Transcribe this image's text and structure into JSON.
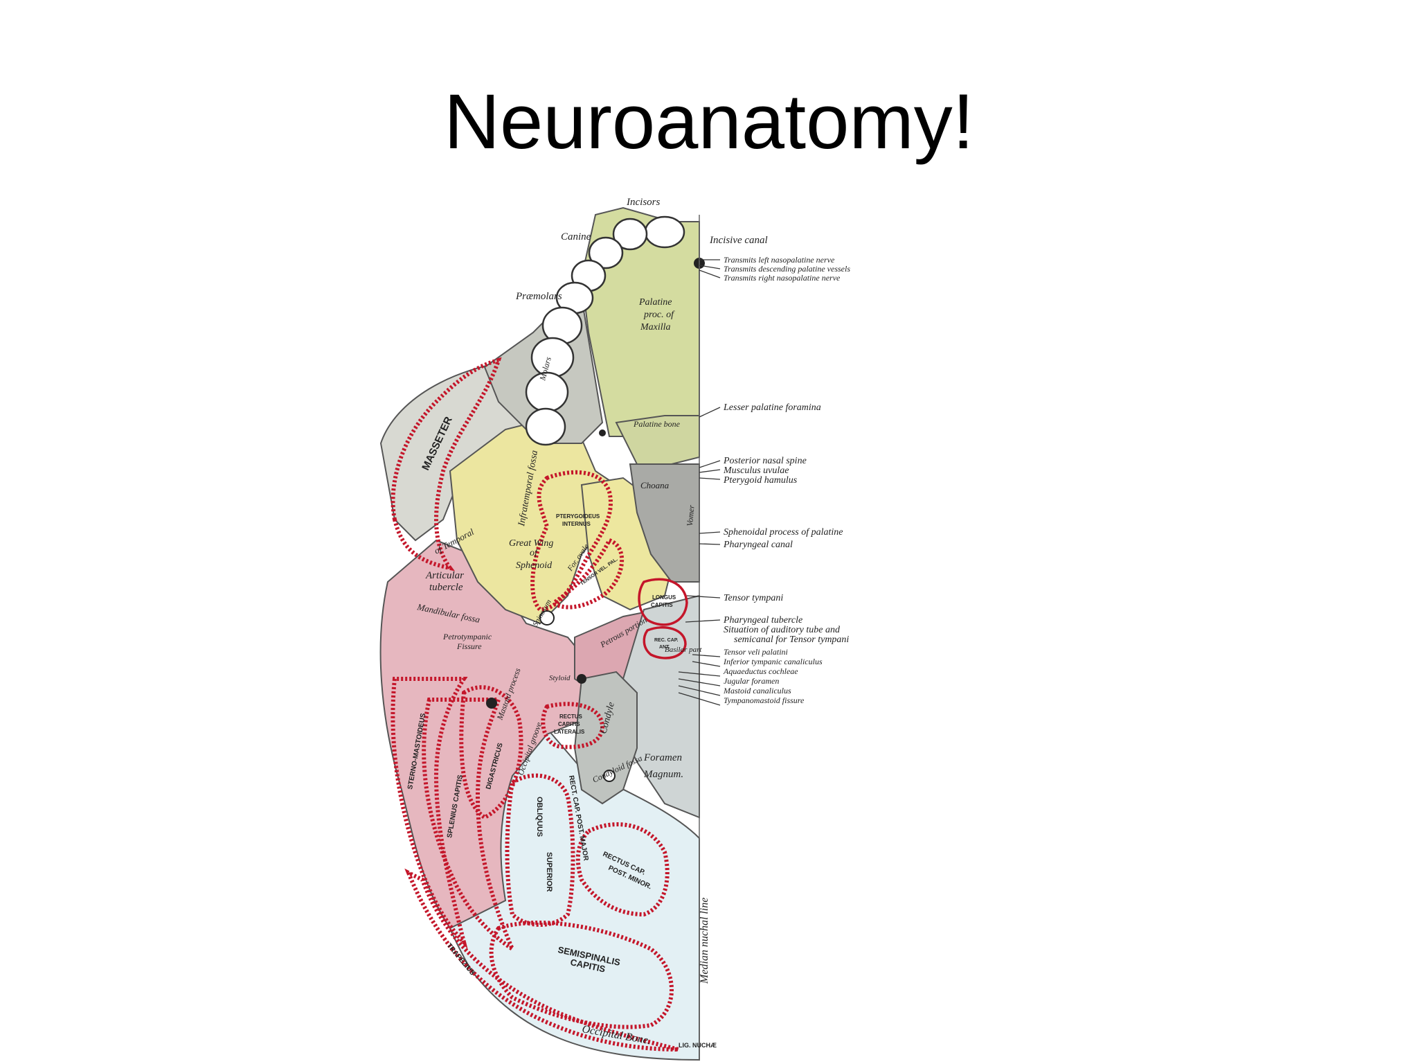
{
  "slide": {
    "title": "Neuroanatomy!"
  },
  "colors": {
    "palatine": "#d4dca0",
    "sphenoid": "#ece6a0",
    "temporal": "#e6b7bf",
    "occipital": "#e3f0f4",
    "muscle_outline": "#c4162a",
    "bone_grey": "#c6c8c0"
  },
  "labels": {
    "incisors": "Incisors",
    "canine": "Canine",
    "incisive_canal": "Incisive canal",
    "praemolars": "Præmolars",
    "left_nasopalatine": "Transmits left nasopalatine nerve",
    "descending_palatine": "Transmits descending palatine vessels",
    "right_nasopalatine": "Transmits right nasopalatine nerve",
    "lesser_palatine_foramina": "Lesser palatine foramina",
    "posterior_nasal_spine": "Posterior nasal spine",
    "musculus_uvulae": "Musculus uvulae",
    "pterygoid_hamulus": "Pterygoid hamulus",
    "sphenoidal_process": "Sphenoidal process of palatine",
    "pharyngeal_canal": "Pharyngeal canal",
    "tensor_tympani": "Tensor tympani",
    "pharyngeal_tubercle": "Pharyngeal tubercle",
    "auditory_tube_1": "Situation of auditory tube and",
    "auditory_tube_2": "semicanal for Tensor tympani",
    "tensor_veli_palatini": "Tensor veli palatini",
    "inferior_tympanic": "Inferior tympanic canaliculus",
    "aquaeductus": "Aquaeductus cochleae",
    "jugular_foramen": "Jugular foramen",
    "mastoid_canaliculus": "Mastoid canaliculus",
    "tympanomastoid": "Tympanomastoid fissure",
    "foramen_magnum_1": "Foramen",
    "foramen_magnum_2": "Magnum.",
    "median_nuchal_line": "Median nuchal line",
    "occipital_bone": "Occipital Bone.",
    "palatine_proc": "Palatine",
    "palatine_proc_2": "proc. of",
    "palatine_proc_3": "Maxilla",
    "palatine_bone": "Palatine bone",
    "molars": "Molars",
    "infratemporal_fossa": "Infratemporal fossa",
    "great_wing": "Great Wing",
    "great_wing_of": "of",
    "great_wing_sphenoid": "Sphenoid",
    "of_temporal": "of Temporal",
    "articular_tubercle_1": "Articular",
    "articular_tubercle_2": "tubercle",
    "mandibular_fossa": "Mandibular fossa",
    "petrotympanic_1": "Petrotympanic",
    "petrotympanic_2": "Fissure",
    "choana": "Choana",
    "vomer": "Vomer",
    "foramen_ovale": "For. ovale",
    "spinosum": "Spinosum",
    "petrous_portion": "Petrous portion",
    "basilar_part": "Basilar part",
    "condylar_fossa": "Condyloid fossa",
    "condyle": "Condyle",
    "mastoid_process": "Mastoid process",
    "occipital_groove": "Occipital groove",
    "styloid": "Styloid",
    "lig_nuchae": "LIG. NUCHÆ"
  },
  "muscles": {
    "masseter": "MASSETER",
    "pterygoideus_internus_1": "PTERYGOIDEUS",
    "pterygoideus_internus_2": "INTERNUS",
    "tensor_vel_pal": "TENSOR VEL. PAL.",
    "longus_capitis_1": "LONGUS",
    "longus_capitis_2": "CAPITIS",
    "rect_cap_ant_1": "REC. CAP.",
    "rect_cap_ant_2": "ANT.",
    "rectus_capitis_lateralis_1": "RECTUS",
    "rectus_capitis_lateralis_2": "CAPITIS",
    "rectus_capitis_lateralis_3": "LATERALIS",
    "sternomastoid": "STERNO-MASTOIDEUS",
    "splenius_capitis": "SPLENIUS CAPITIS",
    "digastricus": "DIGASTRICUS",
    "obliquus_superior_1": "OBLIQUUS",
    "obliquus_superior_2": "SUPERIOR",
    "rect_cap_post_major": "RECT. CAP. POST. MAJOR",
    "rectus_cap_post_minor_1": "RECTUS CAP.",
    "rectus_cap_post_minor_2": "POST. MINOR.",
    "semispinalis_1": "SEMISPINALIS",
    "semispinalis_2": "CAPITIS",
    "trapezius": "TRAPEZIUS"
  }
}
